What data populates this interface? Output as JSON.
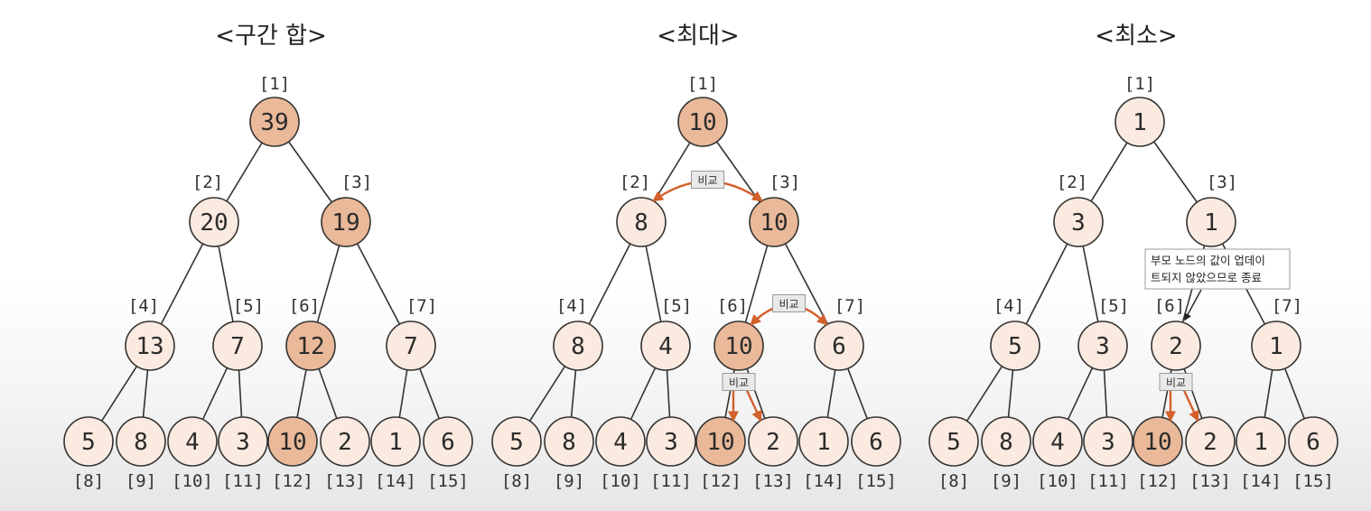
{
  "colors": {
    "plain": "#fbeadf",
    "highlight": "#eab999",
    "arrow": "#d35f2a"
  },
  "trees": [
    {
      "title": "<구간 합>",
      "nodes": [
        {
          "idx": "[1]",
          "value": "39",
          "hl": true
        },
        {
          "idx": "[2]",
          "value": "20",
          "hl": false
        },
        {
          "idx": "[3]",
          "value": "19",
          "hl": true
        },
        {
          "idx": "[4]",
          "value": "13",
          "hl": false
        },
        {
          "idx": "[5]",
          "value": "7",
          "hl": false
        },
        {
          "idx": "[6]",
          "value": "12",
          "hl": true
        },
        {
          "idx": "[7]",
          "value": "7",
          "hl": false
        },
        {
          "idx": "[8]",
          "value": "5",
          "hl": false
        },
        {
          "idx": "[9]",
          "value": "8",
          "hl": false
        },
        {
          "idx": "[10]",
          "value": "4",
          "hl": false
        },
        {
          "idx": "[11]",
          "value": "3",
          "hl": false
        },
        {
          "idx": "[12]",
          "value": "10",
          "hl": true
        },
        {
          "idx": "[13]",
          "value": "2",
          "hl": false
        },
        {
          "idx": "[14]",
          "value": "1",
          "hl": false
        },
        {
          "idx": "[15]",
          "value": "6",
          "hl": false
        }
      ],
      "compare_label": "",
      "compares": [],
      "note": []
    },
    {
      "title": "<최대>",
      "nodes": [
        {
          "idx": "[1]",
          "value": "10",
          "hl": true
        },
        {
          "idx": "[2]",
          "value": "8",
          "hl": false
        },
        {
          "idx": "[3]",
          "value": "10",
          "hl": true
        },
        {
          "idx": "[4]",
          "value": "8",
          "hl": false
        },
        {
          "idx": "[5]",
          "value": "4",
          "hl": false
        },
        {
          "idx": "[6]",
          "value": "10",
          "hl": true
        },
        {
          "idx": "[7]",
          "value": "6",
          "hl": false
        },
        {
          "idx": "[8]",
          "value": "5",
          "hl": false
        },
        {
          "idx": "[9]",
          "value": "8",
          "hl": false
        },
        {
          "idx": "[10]",
          "value": "4",
          "hl": false
        },
        {
          "idx": "[11]",
          "value": "3",
          "hl": false
        },
        {
          "idx": "[12]",
          "value": "10",
          "hl": true
        },
        {
          "idx": "[13]",
          "value": "2",
          "hl": false
        },
        {
          "idx": "[14]",
          "value": "1",
          "hl": false
        },
        {
          "idx": "[15]",
          "value": "6",
          "hl": false
        }
      ],
      "compare_label": "비교",
      "compares": [
        [
          2,
          3
        ],
        [
          6,
          7
        ],
        [
          12,
          13
        ]
      ],
      "note": []
    },
    {
      "title": "<최소>",
      "nodes": [
        {
          "idx": "[1]",
          "value": "1",
          "hl": false
        },
        {
          "idx": "[2]",
          "value": "3",
          "hl": false
        },
        {
          "idx": "[3]",
          "value": "1",
          "hl": false
        },
        {
          "idx": "[4]",
          "value": "5",
          "hl": false
        },
        {
          "idx": "[5]",
          "value": "3",
          "hl": false
        },
        {
          "idx": "[6]",
          "value": "2",
          "hl": false
        },
        {
          "idx": "[7]",
          "value": "1",
          "hl": false
        },
        {
          "idx": "[8]",
          "value": "5",
          "hl": false
        },
        {
          "idx": "[9]",
          "value": "8",
          "hl": false
        },
        {
          "idx": "[10]",
          "value": "4",
          "hl": false
        },
        {
          "idx": "[11]",
          "value": "3",
          "hl": false
        },
        {
          "idx": "[12]",
          "value": "10",
          "hl": true
        },
        {
          "idx": "[13]",
          "value": "2",
          "hl": false
        },
        {
          "idx": "[14]",
          "value": "1",
          "hl": false
        },
        {
          "idx": "[15]",
          "value": "6",
          "hl": false
        }
      ],
      "compare_label": "비교",
      "compares": [
        [
          12,
          13
        ]
      ],
      "note": [
        "부모 노드의 값이 업데이",
        "트되지 않았으므로 종료"
      ]
    }
  ]
}
